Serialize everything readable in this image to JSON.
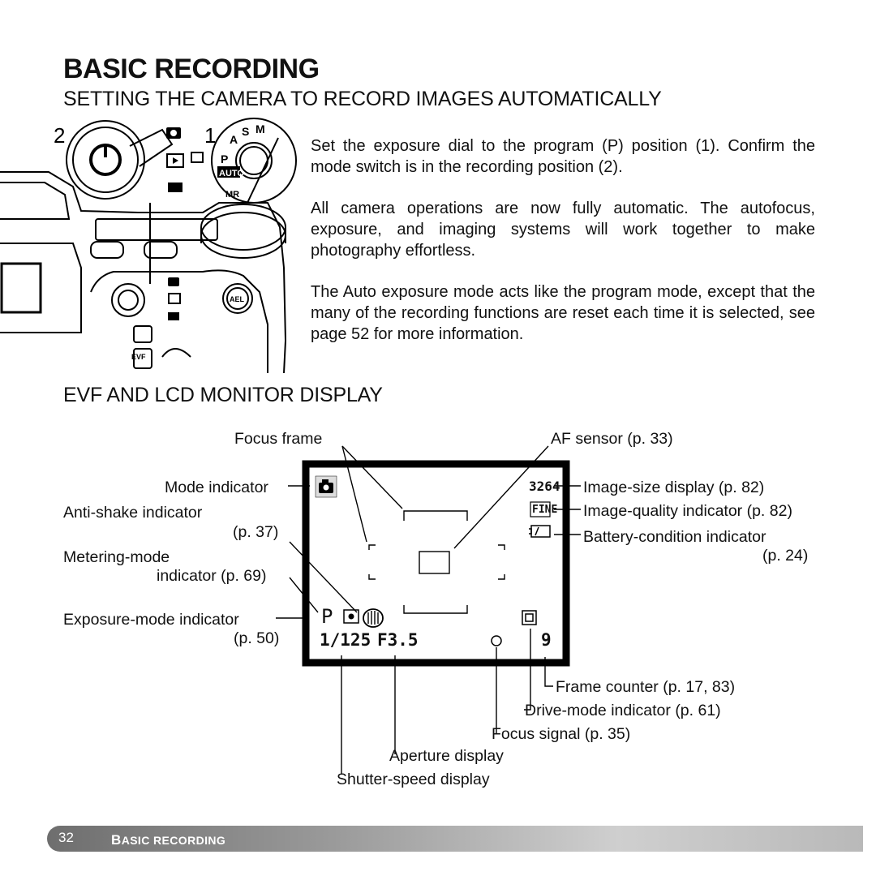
{
  "page": {
    "title": "BASIC RECORDING",
    "subtitle": "SETTING THE CAMERA TO RECORD IMAGES AUTOMATICALLY",
    "section2_title": "EVF AND LCD MONITOR DISPLAY",
    "paragraphs": [
      "Set the exposure dial to the program (P) position (1). Confirm the mode switch is in the recording position (2).",
      "All camera operations are now fully automatic. The autofocus, exposure, and imaging systems will work together to make photography effortless.",
      "The Auto exposure mode acts like the program mode, except that the many of the recording functions are reset each time it is selected, see page 52 for more information."
    ]
  },
  "camera_illustration": {
    "callouts": [
      "2",
      "1"
    ],
    "dial_labels": [
      "P",
      "AUTO",
      "M",
      "S",
      "A"
    ],
    "buttons": [
      "AEL",
      "EVF"
    ]
  },
  "display_diagram": {
    "labels": {
      "focus_frame": "Focus frame",
      "af_sensor": "AF sensor (p. 33)",
      "mode_indicator": "Mode indicator",
      "anti_shake": "Anti-shake indicator",
      "anti_shake_page": "(p. 37)",
      "metering_mode_1": "Metering-mode",
      "metering_mode_2": "indicator (p. 69)",
      "exposure_mode": "Exposure-mode indicator",
      "exposure_mode_page": "(p. 50)",
      "image_size": "Image-size display (p. 82)",
      "image_quality": "Image-quality indicator (p. 82)",
      "battery_1": "Battery-condition indicator",
      "battery_2": "(p. 24)",
      "frame_counter": "Frame counter (p. 17, 83)",
      "drive_mode": "Drive-mode indicator (p. 61)",
      "focus_signal": "Focus signal (p. 35)",
      "aperture": "Aperture display",
      "shutter": "Shutter-speed display"
    },
    "screen_values": {
      "exposure_mode": "P",
      "image_size": "3264",
      "image_quality": "FINE",
      "shutter_speed": "1/125",
      "aperture": "F3.5",
      "frame_count": "9"
    }
  },
  "footer": {
    "page_number": "32",
    "section_initial": "B",
    "section_rest": "ASIC RECORDING"
  }
}
